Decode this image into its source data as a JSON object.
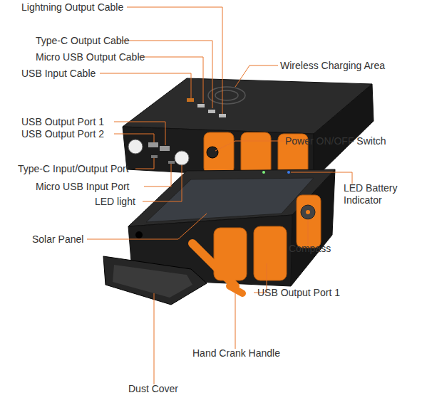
{
  "diagram": {
    "labels": [
      "Lightning Output Cable",
      "Type-C Output Cable",
      "Micro USB Output Cable",
      "USB Input Cable",
      "Wireless Charging Area",
      "USB Output Port 1",
      "USB Output Port 2",
      "Power ON/OFF Switch",
      "Type-C Input/Output Port",
      "Micro USB Input Port",
      "LED light",
      "LED Battery Indicator",
      "Solar Panel",
      "Compass",
      "USB Output Port 1",
      "Hand Crank Handle",
      "Dust Cover"
    ]
  }
}
